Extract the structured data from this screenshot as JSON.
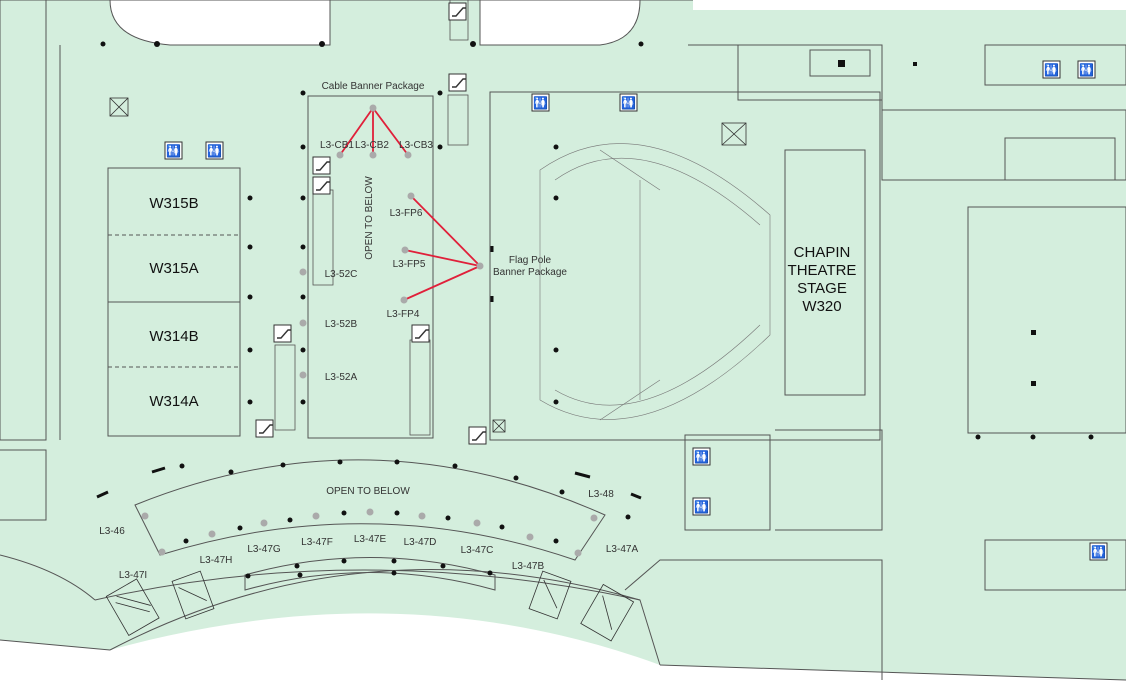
{
  "rooms": [
    {
      "id": "w315b",
      "label": "W315B"
    },
    {
      "id": "w315a",
      "label": "W315A"
    },
    {
      "id": "w314b",
      "label": "W314B"
    },
    {
      "id": "w314a",
      "label": "W314A"
    }
  ],
  "theatre": {
    "lines": [
      "CHAPIN",
      "THEATRE",
      "STAGE",
      "W320"
    ]
  },
  "open_to_below": "OPEN TO BELOW",
  "cable_banner": {
    "title": "Cable Banner Package",
    "points": [
      {
        "label": "L3-CB1"
      },
      {
        "label": "L3-CB2"
      },
      {
        "label": "L3-CB3"
      }
    ]
  },
  "flag_pole": {
    "title_lines": [
      "Flag Pole",
      "Banner Package"
    ],
    "points": [
      {
        "label": "L3-FP6"
      },
      {
        "label": "L3-FP5"
      },
      {
        "label": "L3-FP4"
      }
    ]
  },
  "column_spots": [
    {
      "label": "L3-52C"
    },
    {
      "label": "L3-52B"
    },
    {
      "label": "L3-52A"
    }
  ],
  "concourse_spots": [
    {
      "label": "L3-46"
    },
    {
      "label": "L3-47I"
    },
    {
      "label": "L3-47H"
    },
    {
      "label": "L3-47G"
    },
    {
      "label": "L3-47F"
    },
    {
      "label": "L3-47E"
    },
    {
      "label": "L3-47D"
    },
    {
      "label": "L3-47C"
    },
    {
      "label": "L3-47B"
    },
    {
      "label": "L3-47A"
    },
    {
      "label": "L3-48"
    }
  ],
  "icons": {
    "restroom": "restroom-icon",
    "escalator": "escalator-icon",
    "stairs": "stairs-icon",
    "elevator": "elevator-icon"
  },
  "colors": {
    "floor": "#d4eedd",
    "wall": "#555555",
    "route": "#e0203a",
    "spot": "#aaaaaa",
    "marker": "#111111"
  }
}
